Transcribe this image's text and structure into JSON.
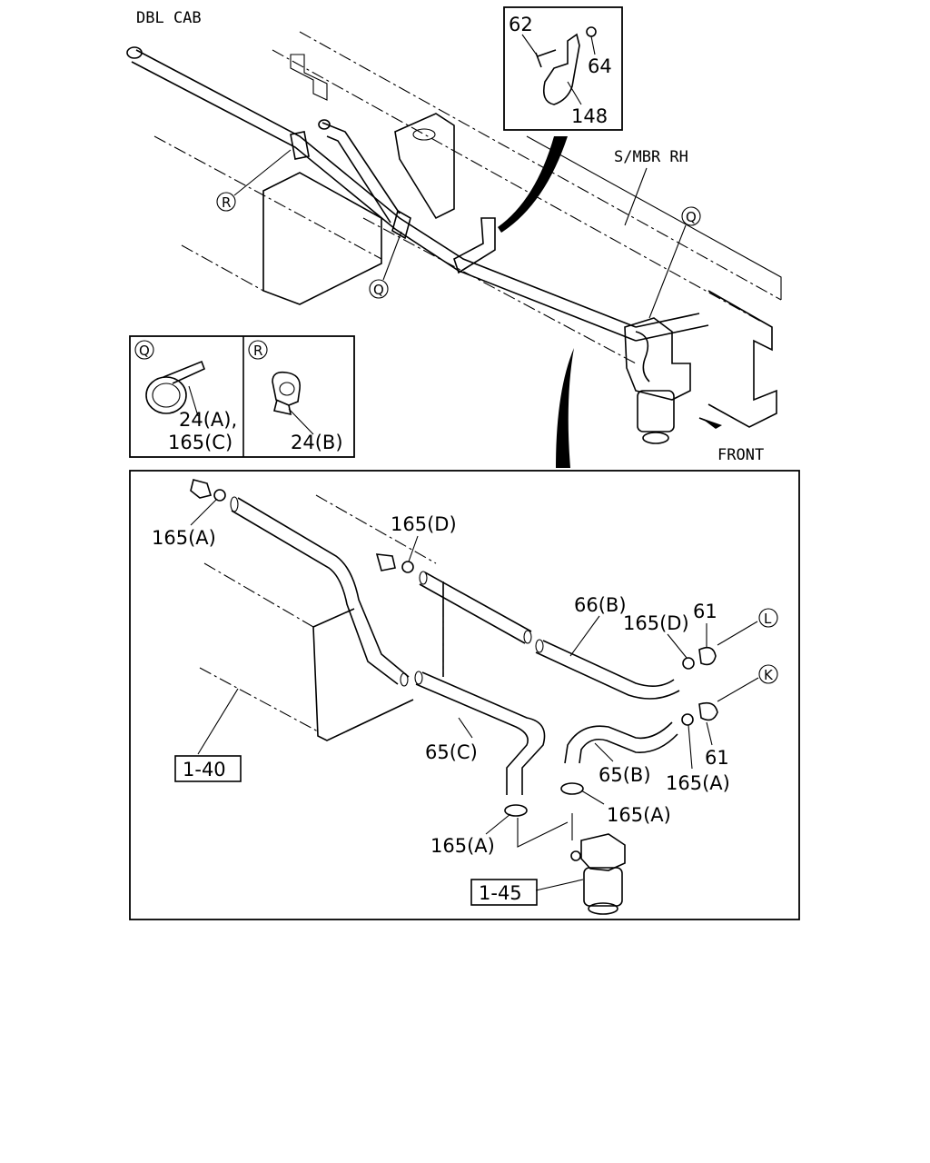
{
  "top_view": {
    "title": "DBL CAB",
    "member_label": "S/MBR RH",
    "front_label": "FRONT",
    "ref_r": "R",
    "ref_q_upper": "Q",
    "ref_q_lower": "Q"
  },
  "inset_bracket": {
    "bolt": "62",
    "nut": "64",
    "bracket": "148"
  },
  "inset_clips": {
    "q_title": "Q",
    "q_part_line1": "24(A),",
    "q_part_line2": "165(C)",
    "r_title": "R",
    "r_part": "24(B)"
  },
  "detail_view": {
    "clamp_a_top": "165(A)",
    "clamp_d_top": "165(D)",
    "hose_66b": "66(B)",
    "clamp_d_right": "165(D)",
    "clip_61_top": "61",
    "ref_l": "L",
    "ref_k": "K",
    "clip_61_bottom": "61",
    "hose_65c": "65(C)",
    "hose_65b": "65(B)",
    "clamp_a_right": "165(A)",
    "clamp_a_mid": "165(A)",
    "clamp_a_left": "165(A)",
    "tank_ref": "1-40",
    "filter_ref": "1-45"
  }
}
